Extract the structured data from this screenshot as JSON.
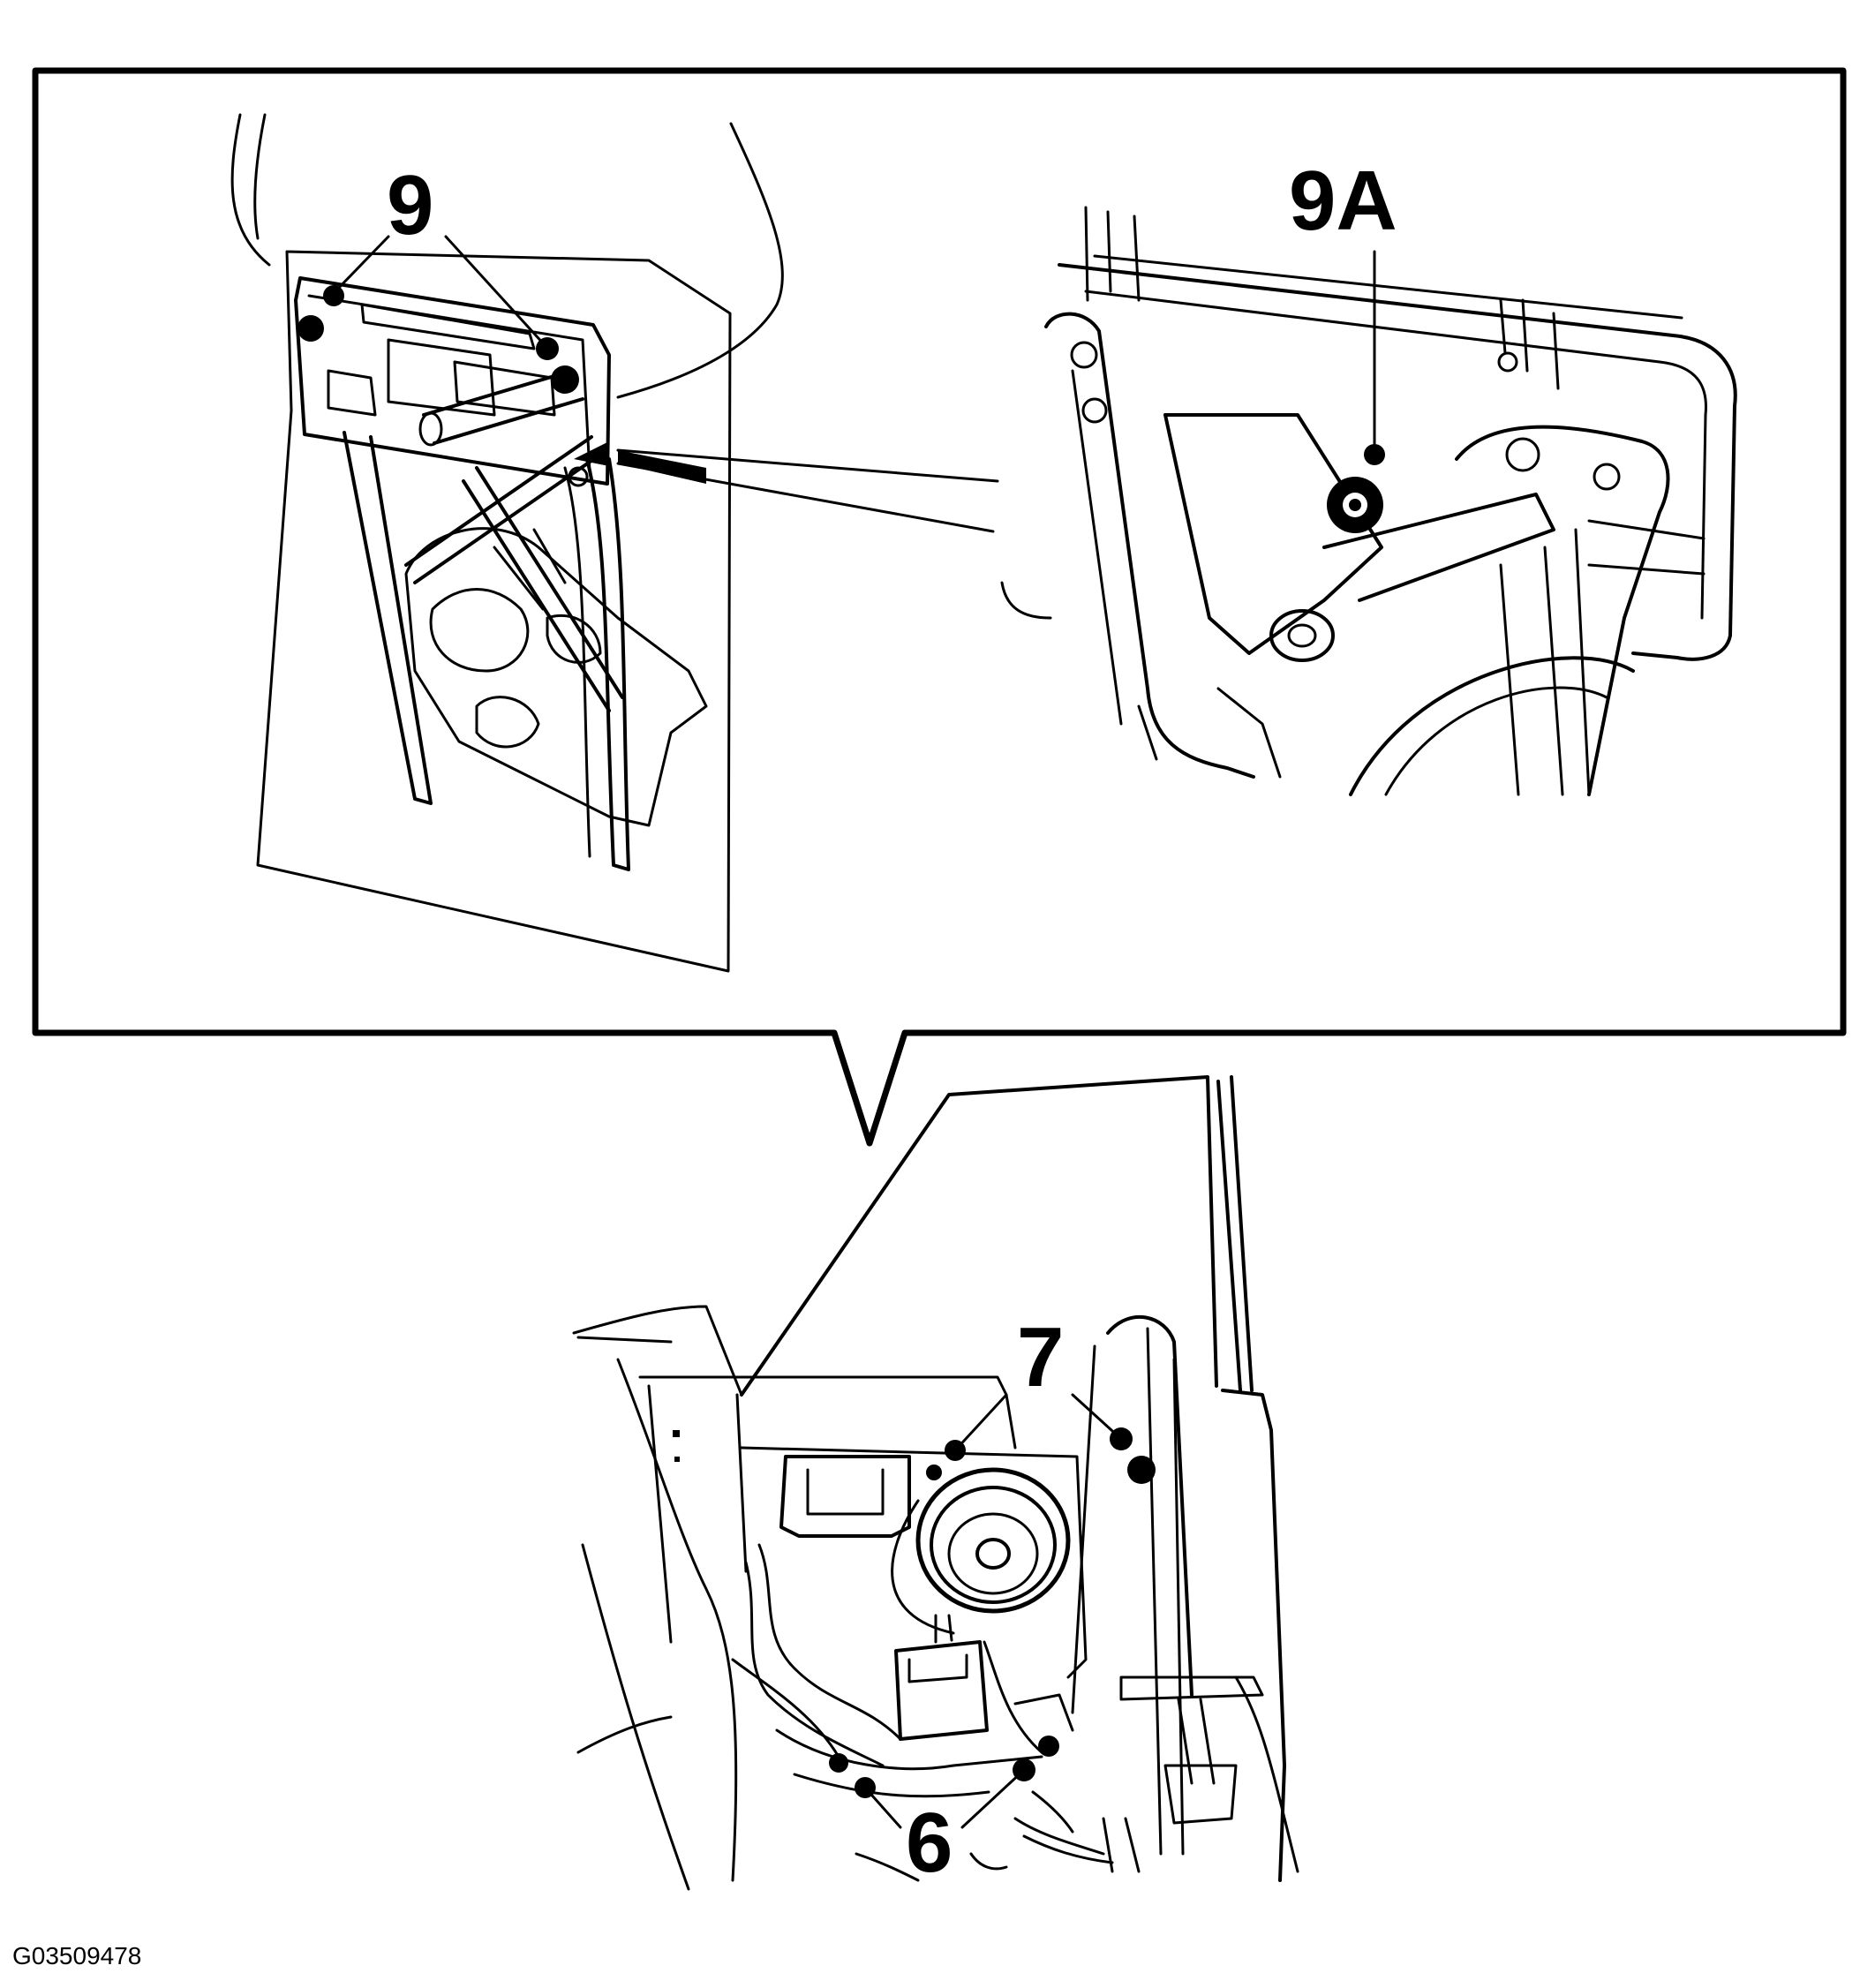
{
  "figure": {
    "id_label": "G03509478",
    "callouts": {
      "c9": "9",
      "c9a": "9A",
      "c7": "7",
      "c6": "6"
    }
  }
}
